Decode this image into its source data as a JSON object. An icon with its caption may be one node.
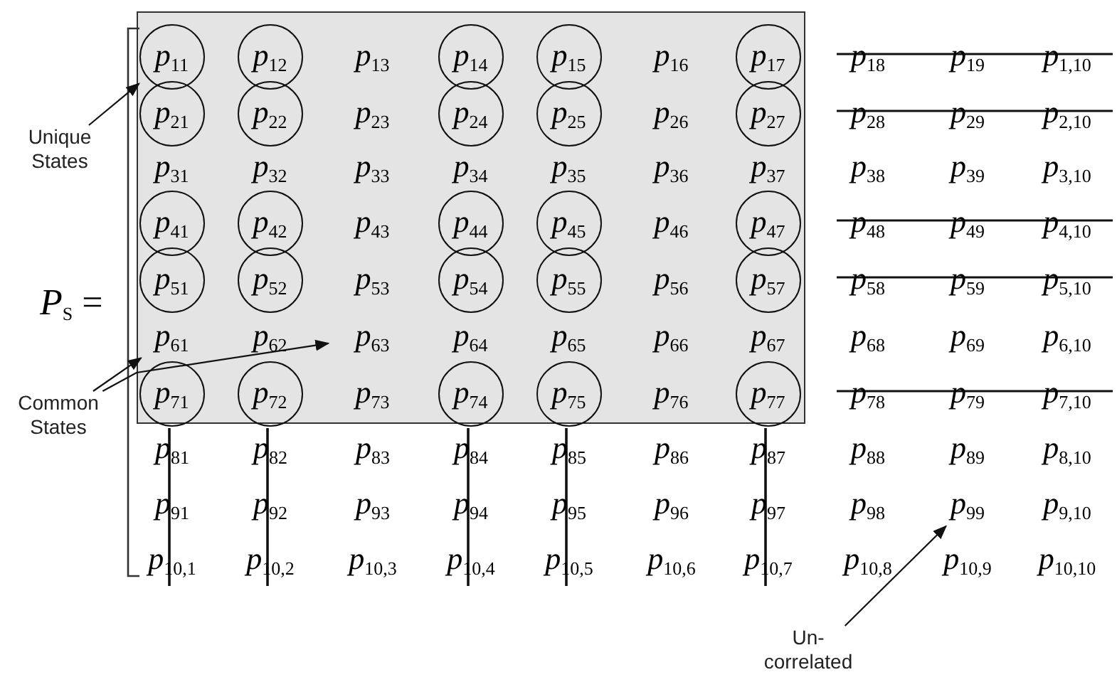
{
  "diagram": {
    "nodes": [
      {
        "text": [],
        "shape": "box"
      },
      {
        "text": [
          "*p*$_{11}$"
        ],
        "in": 0
      },
      {
        "text": [
          "*p*$_{12}$"
        ],
        "in": 0
      },
      {
        "text": [
          "*p*$_{13}$"
        ],
        "in": 0
      },
      {
        "text": [
          "*p*$_{14}$"
        ],
        "in": 0
      },
      {
        "text": [
          "*p*$_{15}$"
        ],
        "in": 0
      },
      {
        "text": [
          "*p*$_{16}$"
        ],
        "in": 0
      },
      {
        "text": [
          "*p*$_{17}$"
        ],
        "in": 0
      },
      {
        "text": [
          "*p*$_{18}$"
        ]
      },
      {
        "text": [
          "*p*$_{19}$"
        ]
      },
      {
        "text": [
          "*p*$_{1,10}$"
        ]
      },
      {
        "text": [
          "*p*$_{21}$"
        ],
        "in": 0
      },
      {
        "text": [
          "*p*$_{22}$"
        ],
        "in": 0
      },
      {
        "text": [
          "*p*$_{23}$"
        ],
        "in": 0
      },
      {
        "text": [
          "*p*$_{24}$"
        ],
        "in": 0
      },
      {
        "text": [
          "*p*$_{25}$"
        ],
        "in": 0
      },
      {
        "text": [
          "*p*$_{26}$"
        ],
        "in": 0
      },
      {
        "text": [
          "*p*$_{27}$"
        ],
        "in": 0
      },
      {
        "text": [
          "*p*$_{28}$"
        ]
      },
      {
        "text": [
          "*p*$_{29}$"
        ]
      },
      {
        "text": [
          "*p*$_{2,10}$"
        ]
      },
      {
        "text": [
          "*p*$_{31}$"
        ],
        "in": 0
      },
      {
        "text": [
          "*p*$_{32}$"
        ],
        "in": 0
      },
      {
        "text": [
          "*p*$_{33}$"
        ],
        "in": 0
      },
      {
        "text": [
          "*p*$_{34}$"
        ],
        "in": 0
      },
      {
        "text": [
          "*p*$_{35}$"
        ],
        "in": 0
      },
      {
        "text": [
          "*p*$_{36}$"
        ],
        "in": 0
      },
      {
        "text": [
          "*p*$_{37}$"
        ],
        "in": 0
      },
      {
        "text": [
          "*p*$_{38}$"
        ]
      },
      {
        "text": [
          "*p*$_{39}$"
        ]
      },
      {
        "text": [
          "*p*$_{3,10}$"
        ]
      },
      {
        "text": [
          "*p*$_{41}$"
        ],
        "in": 0
      },
      {
        "text": [
          "*p*$_{42}$"
        ],
        "in": 0
      },
      {
        "text": [
          "*p*$_{43}$"
        ],
        "in": 0
      },
      {
        "text": [
          "*p*$_{44}$"
        ],
        "in": 0
      },
      {
        "text": [
          "*p*$_{45}$"
        ],
        "in": 0
      },
      {
        "text": [
          "*p*$_{46}$"
        ],
        "in": 0
      },
      {
        "text": [
          "*p*$_{47}$"
        ],
        "in": 0
      },
      {
        "text": [
          "*p*$_{48}$"
        ]
      },
      {
        "text": [
          "*p*$_{49}$"
        ]
      },
      {
        "text": [
          "*p*$_{4,10}$"
        ]
      },
      {
        "text": [
          "*p*$_{51}$"
        ],
        "in": 0
      },
      {
        "text": [
          "*p*$_{52}$"
        ],
        "in": 0
      },
      {
        "text": [
          "*p*$_{53}$"
        ],
        "in": 0
      },
      {
        "text": [
          "*p*$_{54}$"
        ],
        "in": 0
      },
      {
        "text": [
          "*p*$_{55}$"
        ],
        "in": 0
      },
      {
        "text": [
          "*p*$_{56}$"
        ],
        "in": 0
      },
      {
        "text": [
          "*p*$_{57}$"
        ],
        "in": 0
      },
      {
        "text": [
          "*p*$_{58}$"
        ]
      },
      {
        "text": [
          "*p*$_{59}$"
        ]
      },
      {
        "text": [
          "*p*$_{5,10}$"
        ]
      },
      {
        "text": [
          "*p*$_{61}$"
        ],
        "in": 0
      },
      {
        "text": [
          "*p*$_{62}$"
        ],
        "in": 0
      },
      {
        "text": [
          "*p*$_{63}$"
        ],
        "in": 0
      },
      {
        "text": [
          "*p*$_{64}$"
        ],
        "in": 0
      },
      {
        "text": [
          "*p*$_{65}$"
        ],
        "in": 0
      },
      {
        "text": [
          "*p*$_{66}$"
        ],
        "in": 0
      },
      {
        "text": [
          "*p*$_{67}$"
        ],
        "in": 0
      },
      {
        "text": [
          "*p*$_{68}$"
        ]
      },
      {
        "text": [
          "*p*$_{69}$"
        ]
      },
      {
        "text": [
          "*p*$_{6,10}$"
        ]
      },
      {
        "text": [
          "*p*$_{71}$"
        ],
        "in": 0
      },
      {
        "text": [
          "*p*$_{72}$"
        ],
        "in": 0
      },
      {
        "text": [
          "*p*$_{73}$"
        ],
        "in": 0
      },
      {
        "text": [
          "*p*$_{74}$"
        ],
        "in": 0
      },
      {
        "text": [
          "*p*$_{75}$"
        ],
        "in": 0
      },
      {
        "text": [
          "*p*$_{76}$"
        ],
        "in": 0
      },
      {
        "text": [
          "*p*$_{77}$"
        ],
        "in": 0
      },
      {
        "text": [
          "*p*$_{78}$"
        ]
      },
      {
        "text": [
          "*p*$_{79}$"
        ]
      },
      {
        "text": [
          "*p*$_{7,10}$"
        ]
      },
      {
        "text": [
          "*p*$_{81}$"
        ]
      },
      {
        "text": [
          "*p*$_{82}$"
        ]
      },
      {
        "text": [
          "*p*$_{83}$"
        ]
      },
      {
        "text": [
          "*p*$_{84}$"
        ]
      },
      {
        "text": [
          "*p*$_{85}$"
        ]
      },
      {
        "text": [
          "*p*$_{86}$"
        ]
      },
      {
        "text": [
          "*p*$_{87}$"
        ]
      },
      {
        "text": [
          "*p*$_{88}$"
        ]
      },
      {
        "text": [
          "*p*$_{89}$"
        ]
      },
      {
        "text": [
          "*p*$_{8,10}$"
        ]
      },
      {
        "text": [
          "*p*$_{91}$"
        ]
      },
      {
        "text": [
          "*p*$_{92}$"
        ]
      },
      {
        "text": [
          "*p*$_{93}$"
        ]
      },
      {
        "text": [
          "*p*$_{94}$"
        ]
      },
      {
        "text": [
          "*p*$_{95}$"
        ]
      },
      {
        "text": [
          "*p*$_{96}$"
        ]
      },
      {
        "text": [
          "*p*$_{97}$"
        ]
      },
      {
        "text": [
          "*p*$_{98}$"
        ]
      },
      {
        "text": [
          "*p*$_{99}$"
        ]
      },
      {
        "text": [
          "*p*$_{9,10}$"
        ]
      },
      {
        "text": [
          "*p*$_{10,1}$"
        ]
      },
      {
        "text": [
          "*p*$_{10,2}$"
        ]
      },
      {
        "text": [
          "*p*$_{10,3}$"
        ]
      },
      {
        "text": [
          "*p*$_{10,4}$"
        ]
      },
      {
        "text": [
          "*p*$_{10,5}$"
        ]
      },
      {
        "text": [
          "*p*$_{10,6}$"
        ]
      },
      {
        "text": [
          "*p*$_{10,7}$"
        ]
      },
      {
        "text": [
          "*p*$_{10,8}$"
        ]
      },
      {
        "text": [
          "*p*$_{10,9}$"
        ]
      },
      {
        "text": [
          "*p*$_{10,10}$"
        ]
      },
      {
        "text": [
          "Unique States"
        ]
      },
      {
        "text": [
          "Common States"
        ]
      },
      {
        "text": [
          "Un-correlated States"
        ]
      }
    ],
    "edges": [
      {
        "from": 101,
        "to": 1,
        "arrow": "to"
      },
      {
        "from": 102,
        "to": 51,
        "arrow": "to"
      },
      {
        "from": 102,
        "to": 53,
        "arrow": "to"
      },
      {
        "from": 103,
        "to": 89,
        "arrow": "to"
      }
    ],
    "labels": [
      "*P*$_{S}$ ="
    ]
  }
}
